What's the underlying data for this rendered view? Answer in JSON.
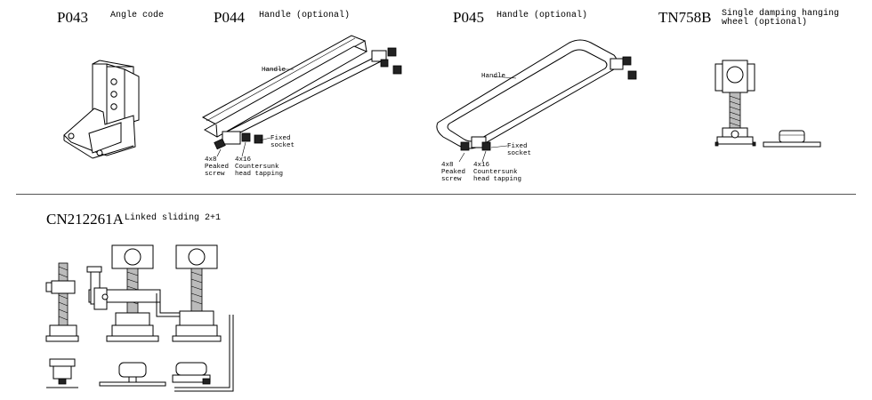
{
  "parts": [
    {
      "code": "P043",
      "desc": "Angle code"
    },
    {
      "code": "P044",
      "desc": "Handle (optional)",
      "callouts": {
        "handle": "Handle",
        "fixed_socket": "Fixed\nsocket",
        "peaked_screw": "4x8\nPeaked\nscrew",
        "countersunk": "4x16\nCountersunk\nhead tapping"
      }
    },
    {
      "code": "P045",
      "desc": "Handle (optional)",
      "callouts": {
        "handle": "Handle",
        "fixed_socket": "Fixed\nsocket",
        "peaked_screw": "4x8\nPeaked\nscrew",
        "countersunk": "4x16\nCountersunk\nhead tapping"
      }
    },
    {
      "code": "TN758B",
      "desc": "Single damping hanging\nwheel (optional)"
    },
    {
      "code": "CN212261A",
      "desc": "Linked sliding 2+1"
    }
  ]
}
